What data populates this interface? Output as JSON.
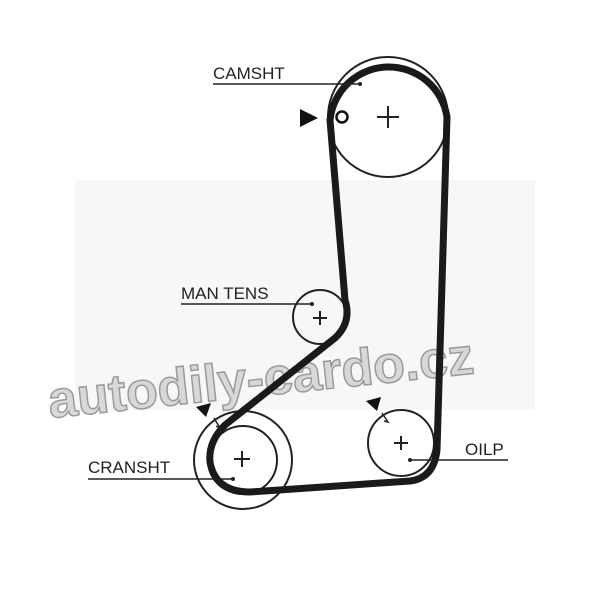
{
  "labels": {
    "camshaft": "CAMSHT",
    "manual_tensioner": "MAN TENS",
    "crankshaft": "CRANSHT",
    "oil_pump": "OILP"
  },
  "watermark": "autodily-cardo.cz",
  "colors": {
    "belt": "#1a1a1a",
    "line": "#222222",
    "watermark": "#9a9a9a"
  }
}
